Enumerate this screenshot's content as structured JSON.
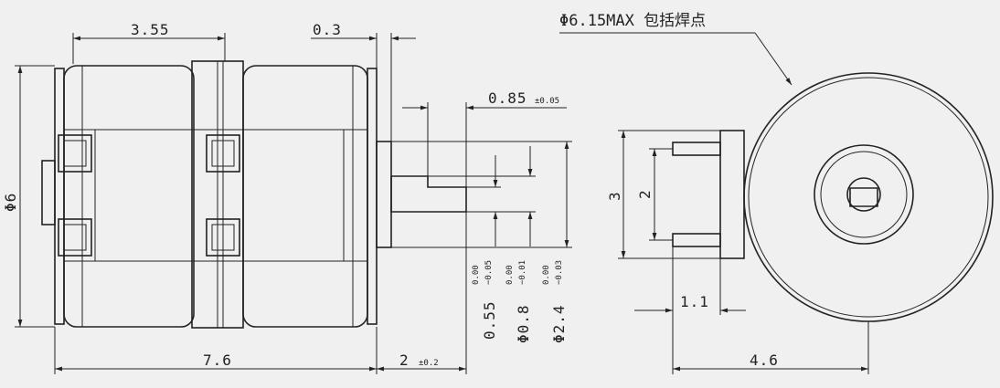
{
  "dimensions": {
    "left_length": "3.55",
    "plate_thickness": "0.3",
    "max_diameter_note": "Φ6.15MAX 包括焊点",
    "flat_length": "0.85",
    "flat_length_tol": "±0.05",
    "body_diameter": "Φ6",
    "total_length": "7.6",
    "shaft_length": "2",
    "shaft_length_tol": "±0.2",
    "flat_dim": "0.55",
    "flat_tol_upper": "0.00",
    "flat_tol_lower": "−0.05",
    "shaft_dia": "Φ0.8",
    "shaft_tol_upper": "0.00",
    "shaft_tol_lower": "−0.01",
    "boss_dia": "Φ2.4",
    "boss_tol_upper": "0.00",
    "boss_tol_lower": "−0.03",
    "terminal_span": "3",
    "terminal_gap": "2",
    "terminal_width": "1.1",
    "side_width": "4.6"
  }
}
